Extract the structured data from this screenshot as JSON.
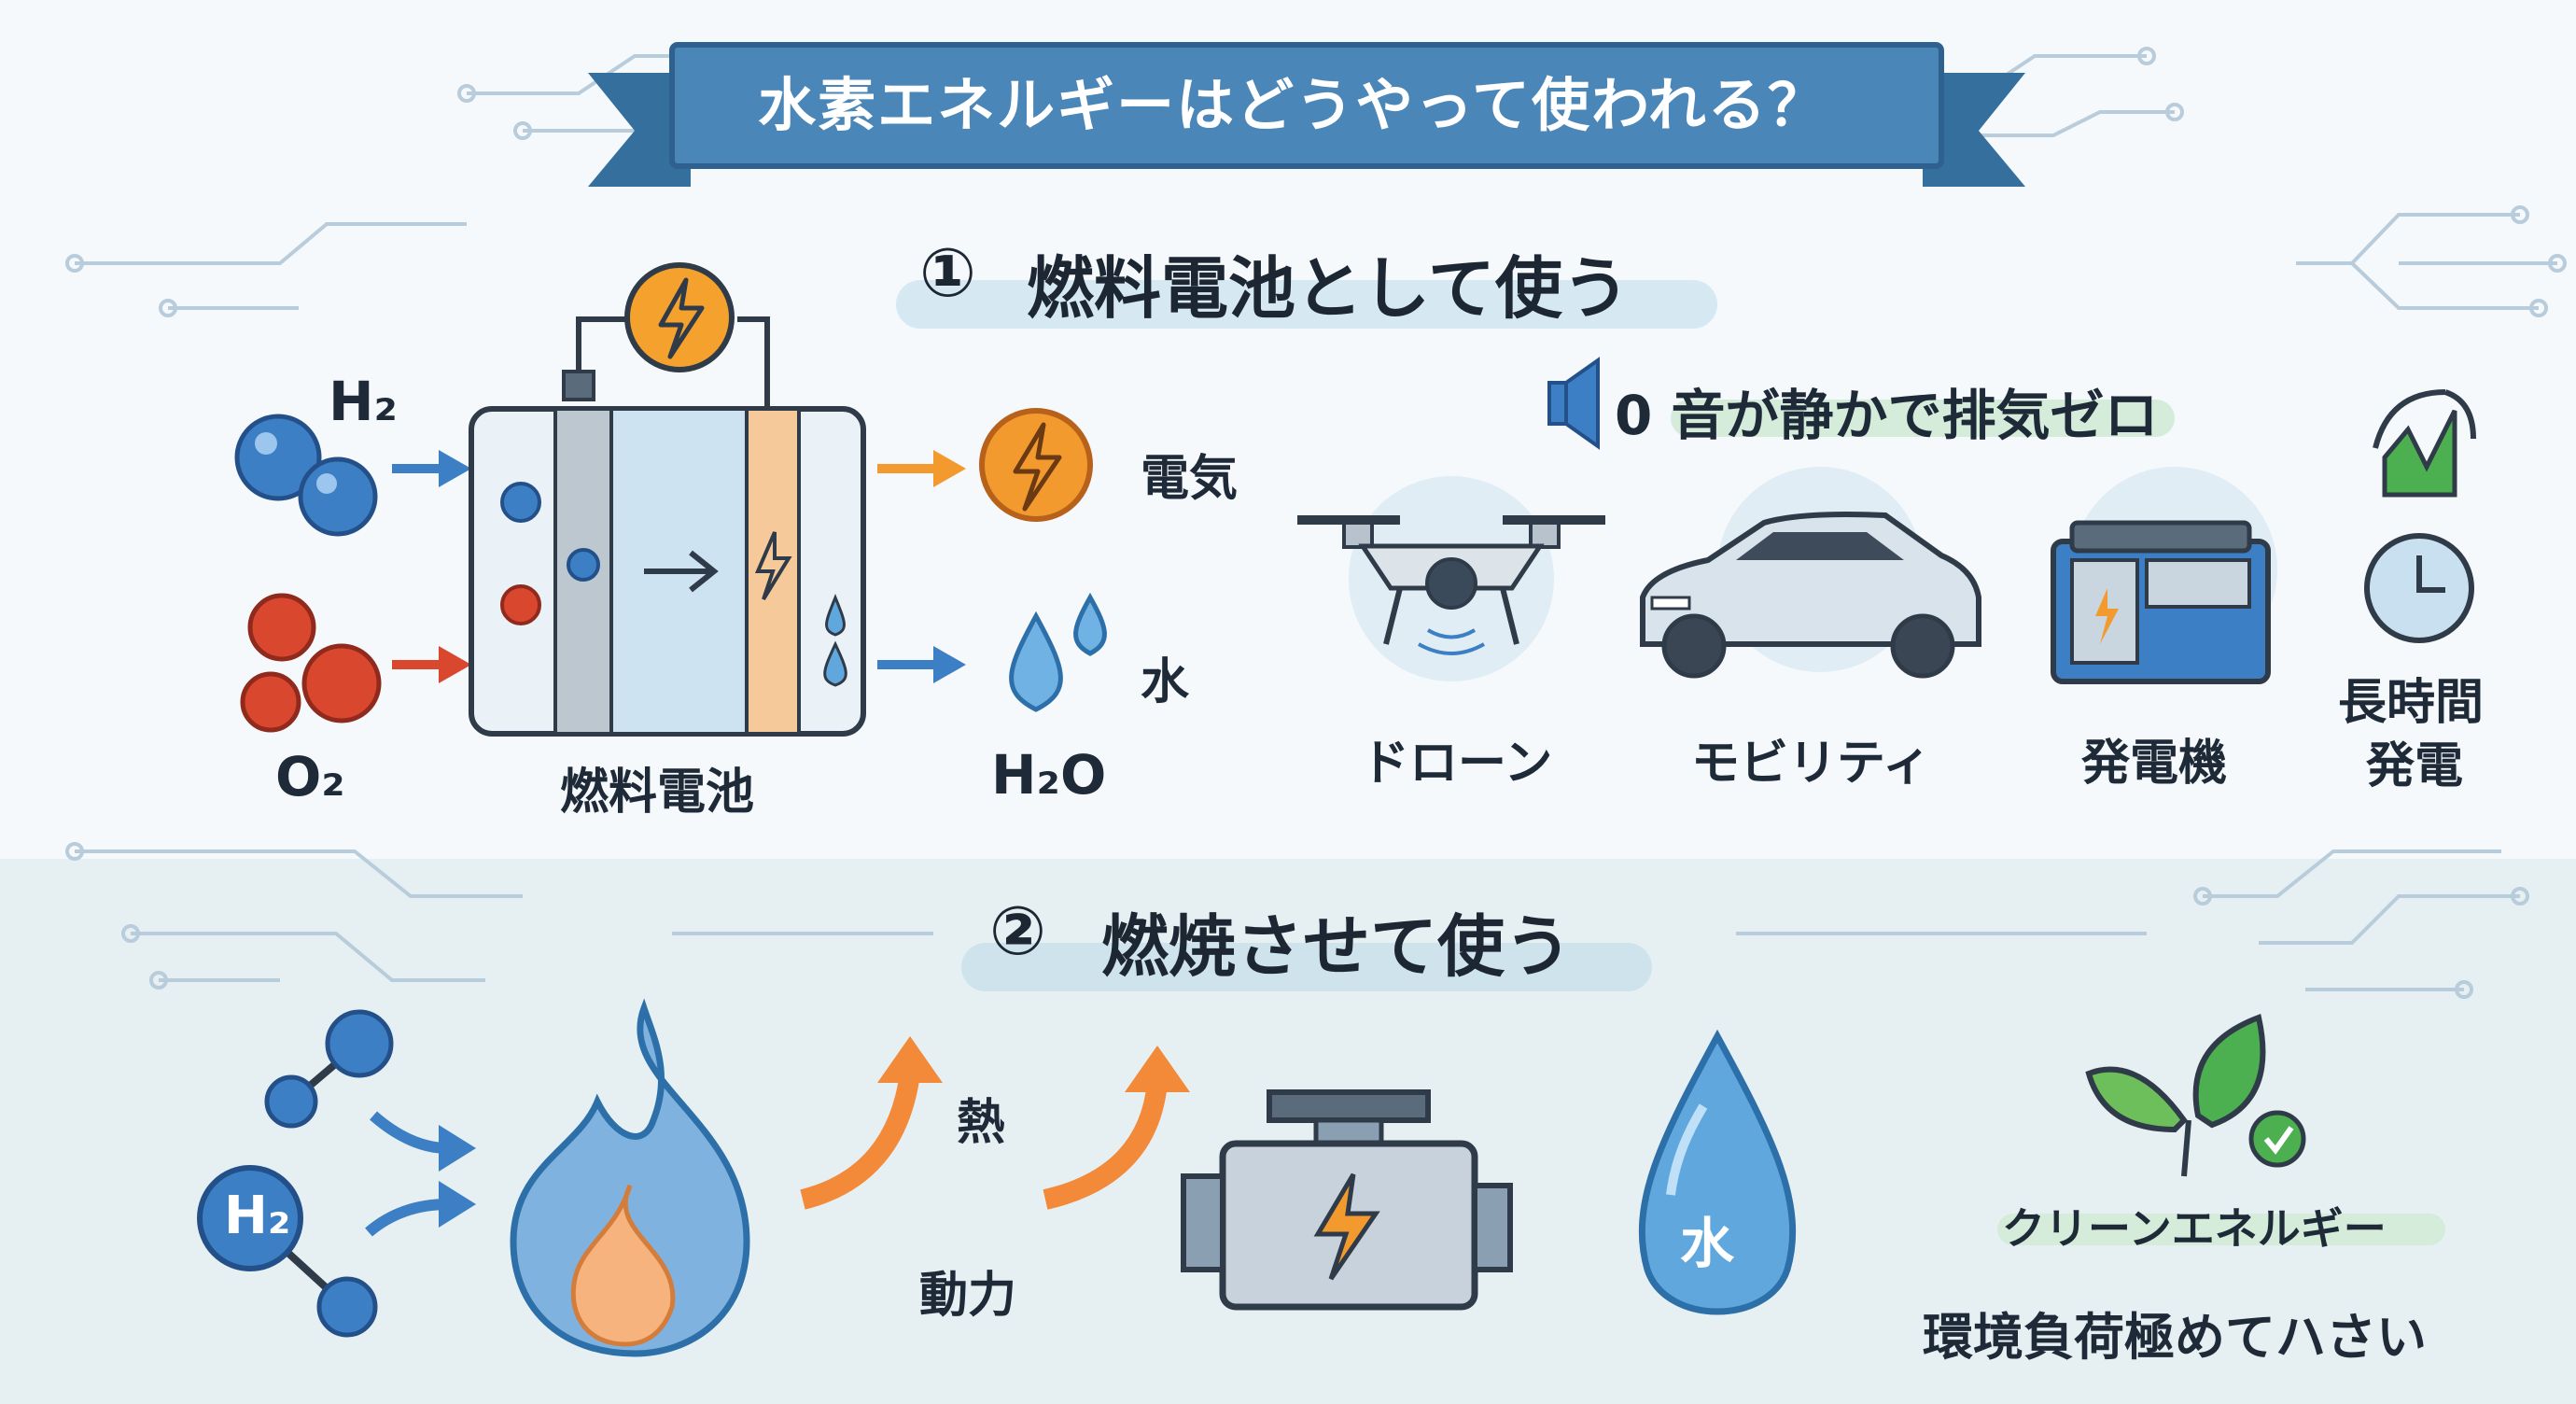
{
  "title": "水素エネルギーはどうやって使われる？",
  "section1": {
    "number": "①",
    "heading": "燃料電池として使う",
    "inputs": {
      "hydrogen": "H₂",
      "oxygen": "O₂"
    },
    "cell_label": "燃料電池",
    "outputs": {
      "electricity": "電気",
      "water": "水",
      "water_formula": "H₂O"
    },
    "feature_label": "0 音が静かで排気ゼロ",
    "applications": [
      "ドローン",
      "モビリティ",
      "発電機"
    ],
    "long_duration": [
      "長時間",
      "発電"
    ]
  },
  "section2": {
    "number": "②",
    "heading": "燃焼させて使う",
    "hydrogen_label": "H₂",
    "heat_label": "熱",
    "power_label": "動力",
    "water_drop_label": "水",
    "clean_label": "クリーンエネルギー",
    "impact_label": "環境負荷極めてハさい"
  },
  "colors": {
    "banner": "#4a86b8",
    "hydrogen": "#3d7fc4",
    "oxygen": "#d9472f",
    "electricity": "#f29a2e",
    "water": "#5fa7dd",
    "leaf": "#4caf50"
  }
}
